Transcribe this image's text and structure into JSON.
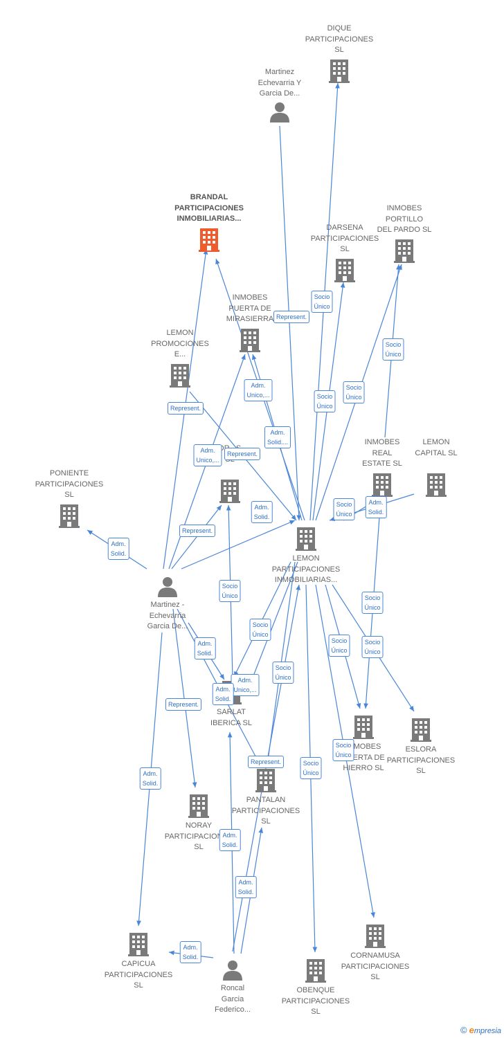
{
  "nodes": [
    {
      "id": "dique",
      "type": "company",
      "label": "DIQUE\nPARTICIPACIONES\nSL"
    },
    {
      "id": "martinez_y",
      "type": "person",
      "label": "Martinez\nEchevarria Y\nGarcia De..."
    },
    {
      "id": "brandal",
      "type": "company",
      "label": "BRANDAL\nPARTICIPACIONES\nINMOBILIARIAS...",
      "main": true
    },
    {
      "id": "inmobes_portillo",
      "type": "company",
      "label": "INMOBES\nPORTILLO\nDEL PARDO  SL"
    },
    {
      "id": "darsena",
      "type": "company",
      "label": "DARSENA\nPARTICIPACIONES\nSL"
    },
    {
      "id": "inmobes_puerta_mira",
      "type": "company",
      "label": "INMOBES\nPUERTA DE\nMIRASIERRA"
    },
    {
      "id": "lemon_promo",
      "type": "company",
      "label": "LEMON\nPROMOCIONES\nE..."
    },
    {
      "id": "dr",
      "type": "company",
      "label": "DR...S\nSL"
    },
    {
      "id": "poniente",
      "type": "company",
      "label": "PONIENTE\nPARTICIPACIONES\nSL"
    },
    {
      "id": "inmobes_real",
      "type": "company",
      "label": "INMOBES\nREAL\nESTATE  SL"
    },
    {
      "id": "lemon_capital",
      "type": "company",
      "label": "LEMON\nCAPITAL SL"
    },
    {
      "id": "lemon_part",
      "type": "company",
      "label": "LEMON\nPARTICIPACIONES\nINMOBILIARIAS..."
    },
    {
      "id": "martinez_dash",
      "type": "person",
      "label": "Martinez -\nEchevarria\nGarcia De..."
    },
    {
      "id": "sarlat",
      "type": "company",
      "label": "SARLAT\nIBERICA SL"
    },
    {
      "id": "inmobes_puerta_hierro",
      "type": "company",
      "label": "INMOBES\nPUERTA DE\nHIERRO  SL"
    },
    {
      "id": "eslora",
      "type": "company",
      "label": "ESLORA\nPARTICIPACIONES\nSL"
    },
    {
      "id": "pantalan",
      "type": "company",
      "label": "PANTALAN\nPARTICIPACIONES\nSL"
    },
    {
      "id": "noray",
      "type": "company",
      "label": "NORAY\nPARTICIPACIONES\nSL"
    },
    {
      "id": "capicua",
      "type": "company",
      "label": "CAPICUA\nPARTICIPACIONES\nSL"
    },
    {
      "id": "roncal",
      "type": "person",
      "label": "Roncal\nGarcia\nFederico..."
    },
    {
      "id": "obenque",
      "type": "company",
      "label": "OBENQUE\nPARTICIPACIONES\nSL"
    },
    {
      "id": "cornamusa",
      "type": "company",
      "label": "CORNAMUSA\nPARTICIPACIONES\nSL"
    }
  ],
  "edges": [
    {
      "from": "lemon_part",
      "to": "dique",
      "label": "Socio\nÚnico"
    },
    {
      "from": "martinez_y",
      "to": "lemon_part",
      "label": "Represent."
    },
    {
      "from": "lemon_part",
      "to": "darsena",
      "label": "Socio\nÚnico"
    },
    {
      "from": "lemon_part",
      "to": "inmobes_portillo",
      "label": "Socio\nÚnico"
    },
    {
      "from": "inmobes_real",
      "to": "inmobes_portillo",
      "label": "Socio\nÚnico"
    },
    {
      "from": "lemon_part",
      "to": "brandal",
      "label": "Adm.\nSolid...."
    },
    {
      "from": "lemon_part",
      "to": "inmobes_puerta_mira",
      "label": "Adm.\nUnico,..."
    },
    {
      "from": "martinez_dash",
      "to": "inmobes_puerta_mira",
      "label": "Adm.\nUnico,..."
    },
    {
      "from": "martinez_dash",
      "to": "brandal",
      "label": "Represent."
    },
    {
      "from": "lemon_promo",
      "to": "lemon_part",
      "label": "Represent."
    },
    {
      "from": "martinez_dash",
      "to": "dr",
      "label": "Represent."
    },
    {
      "from": "martinez_dash",
      "to": "lemon_part",
      "label": "Adm.\nSolid."
    },
    {
      "from": "martinez_dash",
      "to": "poniente",
      "label": "Adm.\nSolid."
    },
    {
      "from": "inmobes_real",
      "to": "lemon_part",
      "label": "Socio\nÚnico"
    },
    {
      "from": "lemon_capital",
      "to": "lemon_part",
      "label": "Adm.\nSolid."
    },
    {
      "from": "sarlat",
      "to": "dr",
      "label": "Socio\nÚnico"
    },
    {
      "from": "lemon_part",
      "to": "sarlat",
      "label": "Socio\nÚnico"
    },
    {
      "from": "martinez_dash",
      "to": "sarlat",
      "label": "Adm.\nSolid."
    },
    {
      "from": "lemon_part",
      "to": "sarlat",
      "label": "Adm.\nUnico,..."
    },
    {
      "from": "lemon_part",
      "to": "pantalan",
      "label": "Socio\nÚnico"
    },
    {
      "from": "martinez_dash",
      "to": "pantalan",
      "label": "Adm.\nSolid."
    },
    {
      "from": "martinez_dash",
      "to": "noray",
      "label": "Represent."
    },
    {
      "from": "lemon_part",
      "to": "inmobes_puerta_hierro",
      "label": "Socio\nÚnico"
    },
    {
      "from": "lemon_part",
      "to": "eslora",
      "label": "Socio\nÚnico"
    },
    {
      "from": "inmobes_real",
      "to": "inmobes_puerta_hierro",
      "label": "Socio\nÚnico"
    },
    {
      "from": "lemon_part",
      "to": "obenque",
      "label": "Socio\nÚnico"
    },
    {
      "from": "lemon_part",
      "to": "cornamusa",
      "label": "Socio\nÚnico"
    },
    {
      "from": "roncal",
      "to": "pantalan",
      "label": "Represent."
    },
    {
      "from": "roncal",
      "to": "lemon_part",
      "label": "Adm.\nSolid."
    },
    {
      "from": "roncal",
      "to": "sarlat",
      "label": "Adm.\nSolid."
    },
    {
      "from": "roncal",
      "to": "capicua",
      "label": "Adm.\nSolid."
    },
    {
      "from": "martinez_dash",
      "to": "capicua",
      "label": "Adm.\nSolid."
    }
  ],
  "colors": {
    "edge": "#4a86d8",
    "node": "#7a7a7a",
    "main": "#ee5b2d",
    "badge_text": "#2f6fc4"
  },
  "brand": {
    "copyright": "©",
    "name_initial": "e",
    "name_rest": "mpresia"
  }
}
